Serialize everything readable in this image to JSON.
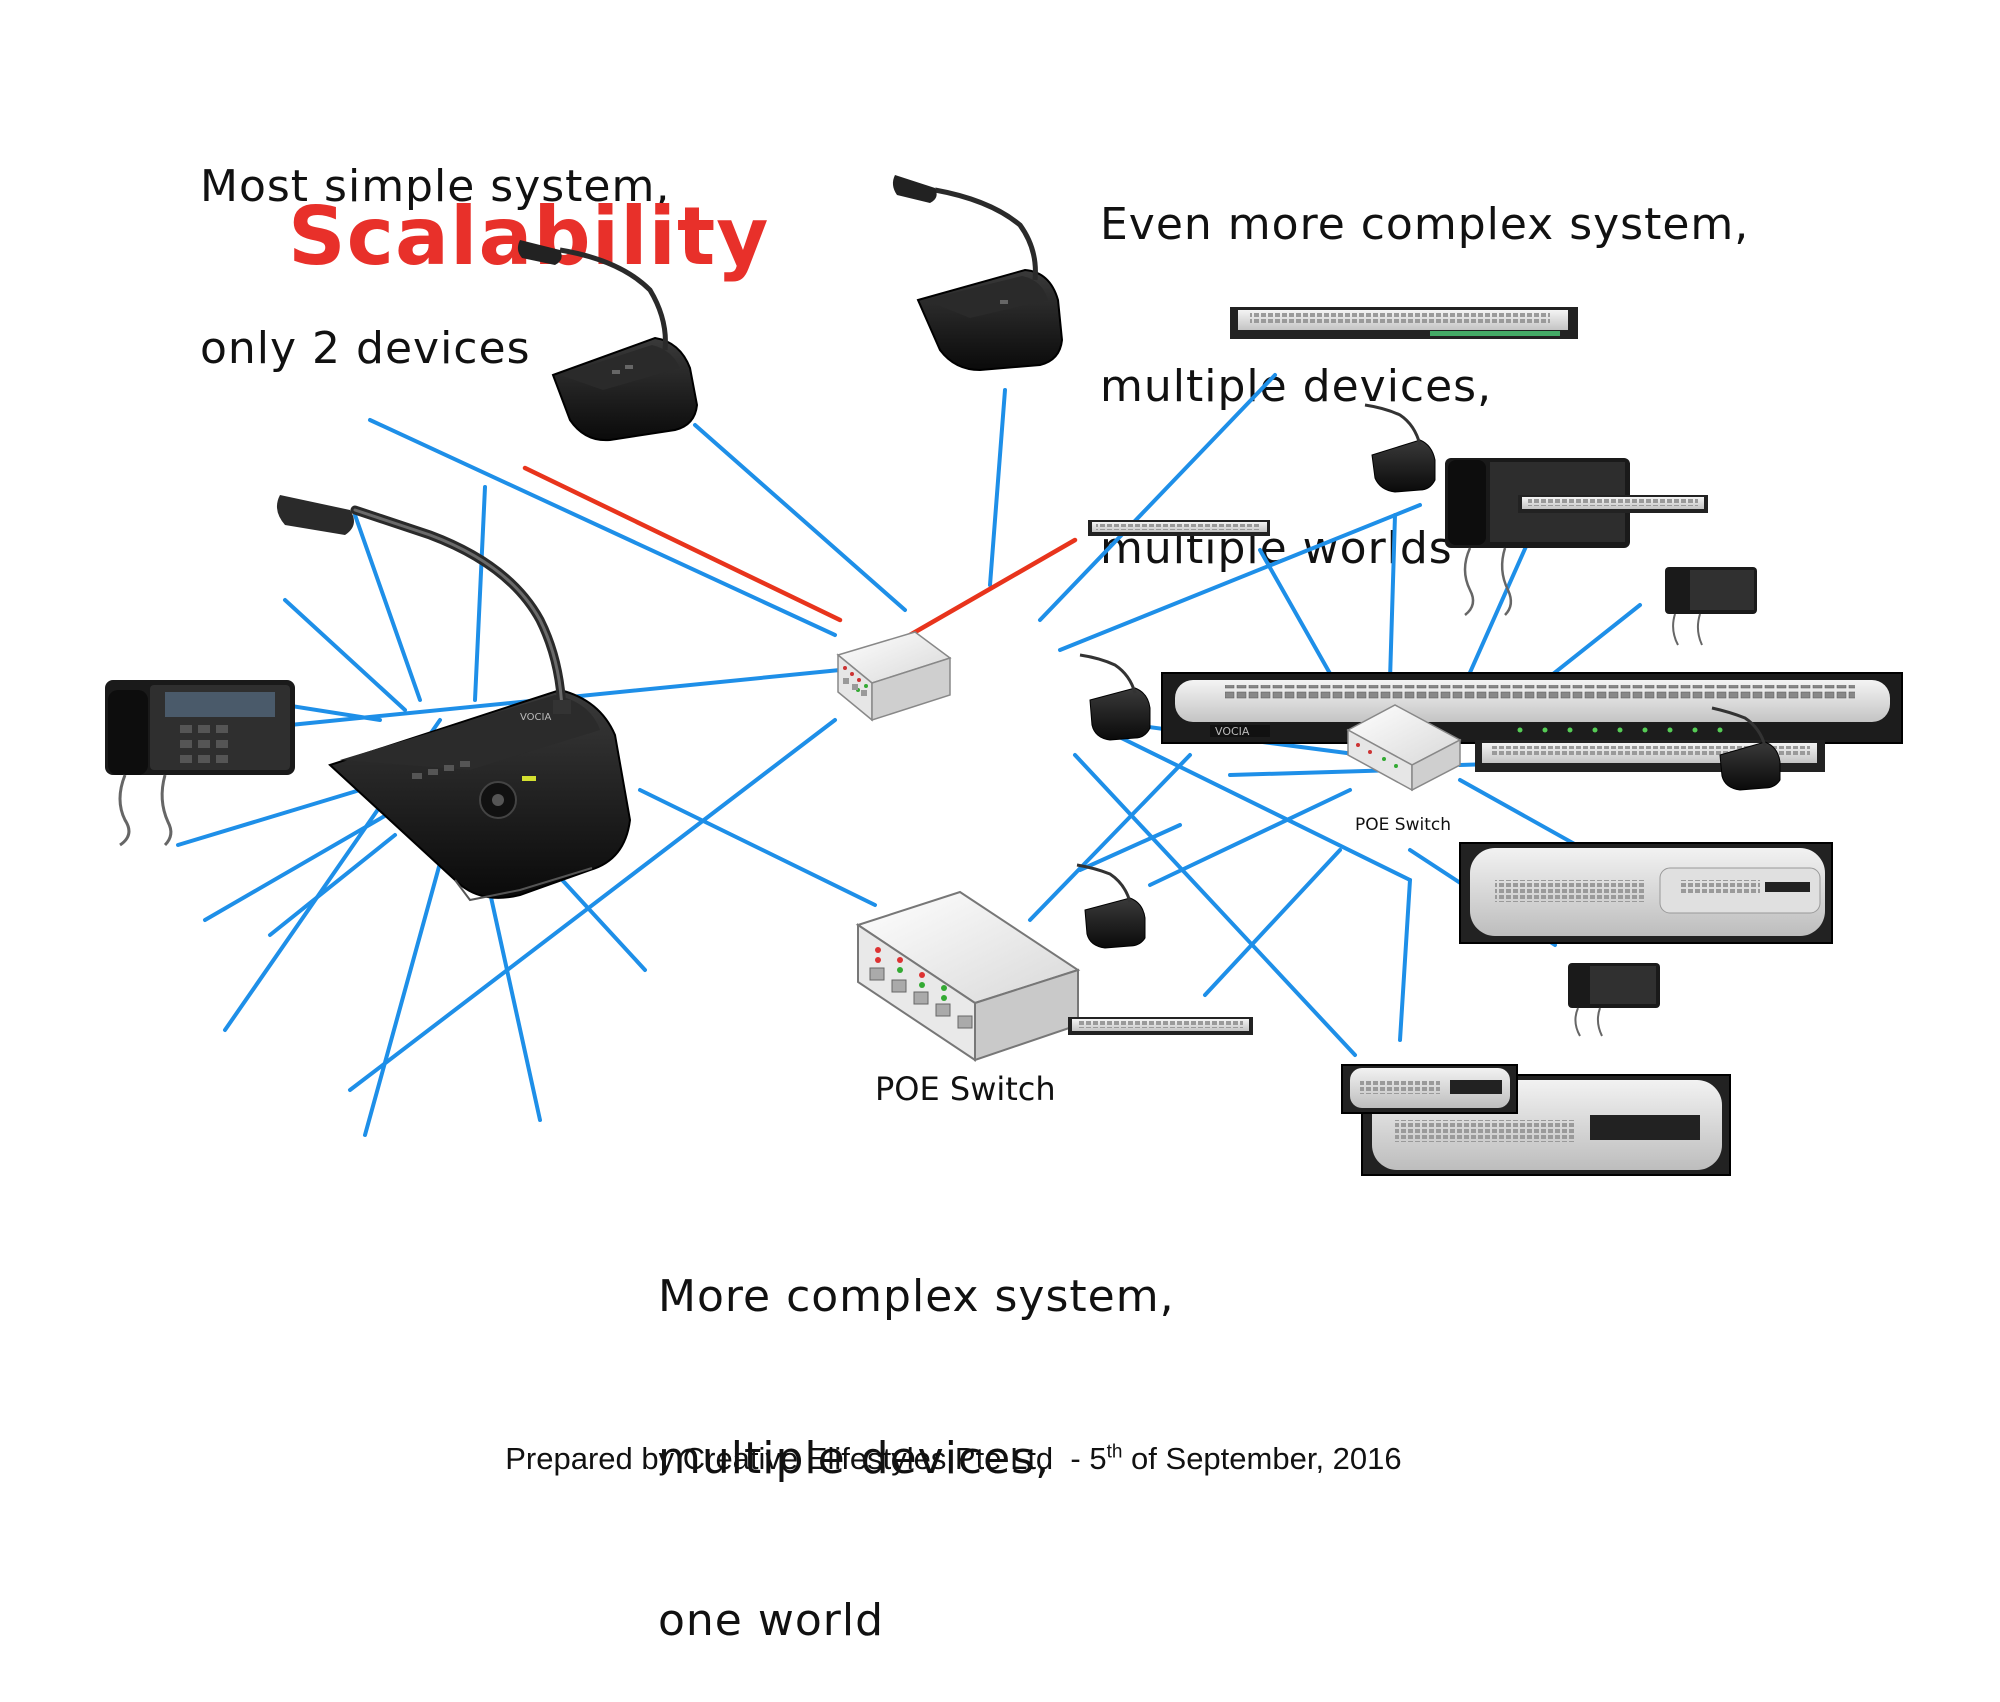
{
  "captions": {
    "simple": [
      "Most simple system,",
      "only 2 devices"
    ],
    "complex_top": [
      "Even more complex system,",
      "multiple devices,",
      "multiple worlds"
    ],
    "complex_bottom": [
      "More complex system,",
      "multiple devices,",
      "one world"
    ]
  },
  "title": "Scalability",
  "switch_labels": {
    "main": "POE Switch",
    "small": "POE Switch"
  },
  "footer": {
    "prefix": "Prepared by Creative Elifestyles Pte Ltd  - 5",
    "sup": "th",
    "suffix": " of September, 2016"
  },
  "device_brand": "VOCIA",
  "colors": {
    "link": "#1e8fe8",
    "highlight_link": "#e8341c",
    "title": "#e8302a"
  }
}
